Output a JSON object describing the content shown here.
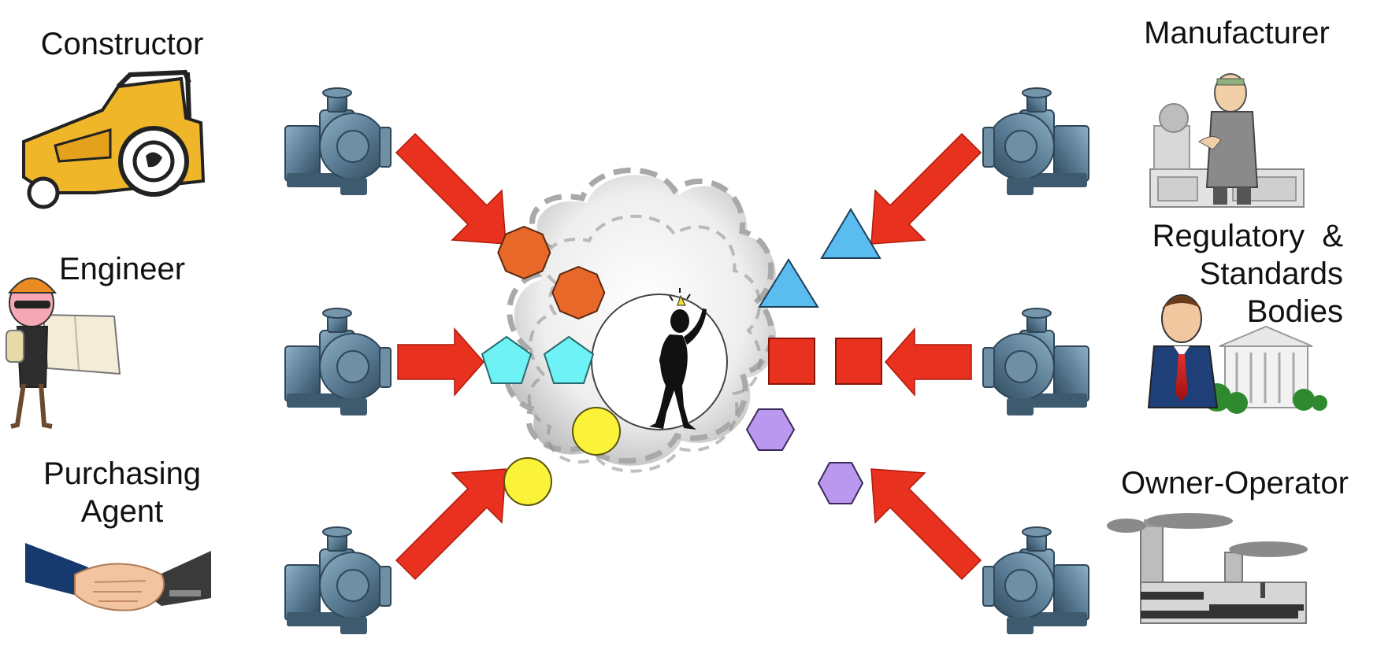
{
  "roles": {
    "constructor": "Constructor",
    "engineer": "Engineer",
    "purchasing_line1": "Purchasing",
    "purchasing_line2": "Agent",
    "manufacturer": "Manufacturer",
    "regulatory_line1": "Regulatory  &",
    "regulatory_line2": "Standards",
    "regulatory_line3": "Bodies",
    "owner_operator": "Owner-Operator"
  },
  "icons": {
    "constructor": "tractor-icon",
    "engineer": "engineer-with-blueprint-icon",
    "purchasing": "handshake-icon",
    "manufacturer": "machinist-icon",
    "regulatory": "official-with-government-building-icon",
    "owner_operator": "factory-icon",
    "pump": "centrifugal-pump-icon",
    "center": "idea-person-icon"
  },
  "colors": {
    "arrow": "#e8321f",
    "octagon": "#e8682a",
    "pentagon": "#6ef2f5",
    "circle": "#fbf23a",
    "triangle": "#5bbcf0",
    "square": "#e8321f",
    "hexagon": "#bb98f0",
    "pump": "#55778f"
  }
}
